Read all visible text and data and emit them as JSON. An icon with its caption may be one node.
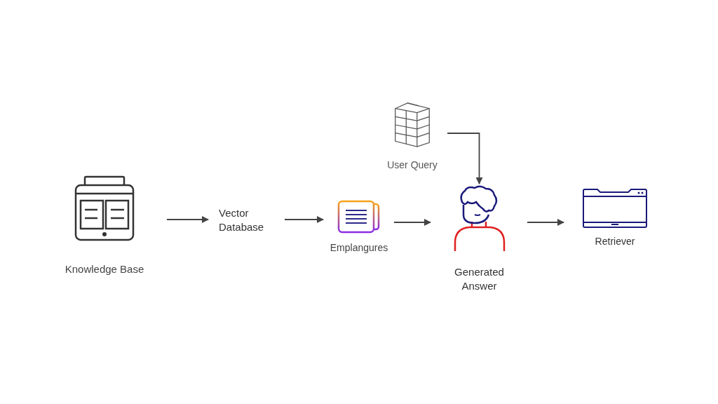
{
  "diagram": {
    "nodes": [
      {
        "text": [
          "Knowledge Base"
        ]
      },
      {
        "text": [
          "Vector Database"
        ]
      },
      {
        "text": [
          "Emplangures"
        ]
      },
      {
        "text": [
          "User Query"
        ]
      },
      {
        "text": [
          "Generated Answer"
        ]
      },
      {
        "text": [
          "Retriever"
        ]
      }
    ],
    "edges": [
      {
        "from": 0,
        "to": 1,
        "arrow": "to"
      },
      {
        "from": 1,
        "to": 2,
        "arrow": "to"
      },
      {
        "from": 2,
        "to": 4,
        "arrow": "to"
      },
      {
        "from": 3,
        "to": 4,
        "arrow": "to"
      },
      {
        "from": 4,
        "to": 5,
        "arrow": "to"
      }
    ]
  }
}
